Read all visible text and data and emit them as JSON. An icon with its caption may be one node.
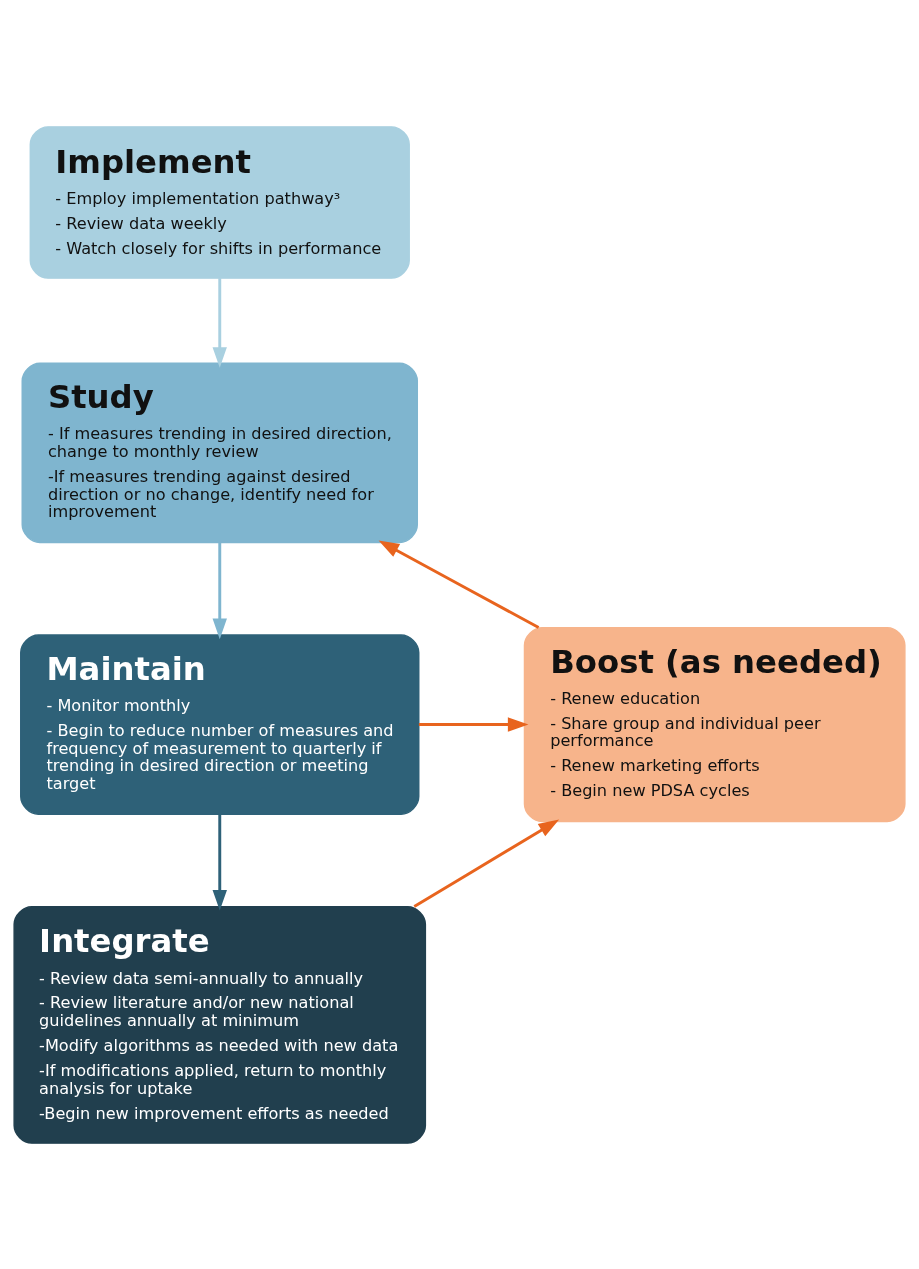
{
  "diagram": {
    "nodes": [
      {
        "text": [
          "Implement",
          "- Employ implementation pathway³",
          "- Review data weekly",
          "- Watch closely for shifts in performance"
        ]
      },
      {
        "text": [
          "Study",
          "- If measures trending in desired direction, change to monthly review",
          "-If measures trending against desired direction or no change, identify need for improvement"
        ]
      },
      {
        "text": [
          "Maintain",
          "- Monitor monthly",
          "- Begin to reduce number of measures and frequency of measurement to quarterly if trending in desired direction or meeting target"
        ]
      },
      {
        "text": [
          "Boost (as needed)",
          "- Renew education",
          "- Share group and individual peer performance",
          "- Renew marketing efforts",
          "- Begin new PDSA cycles"
        ]
      },
      {
        "text": [
          "Integrate",
          "- Review data semi-annually to annually",
          "- Review literature and/or new national guidelines annually at minimum",
          "-Modify algorithms as needed with new data",
          "-If modifications applied, return to monthly analysis for uptake",
          "-Begin new improvement efforts as needed"
        ]
      }
    ],
    "edges": [
      {
        "from": 0,
        "to": 1,
        "arrow": "to",
        "color": "#a9d0e0"
      },
      {
        "from": 1,
        "to": 2,
        "arrow": "to",
        "color": "#7fb5cf"
      },
      {
        "from": 2,
        "to": 3,
        "arrow": "to",
        "color": "#e8641e"
      },
      {
        "from": 2,
        "to": 4,
        "arrow": "to",
        "color": "#2e6178"
      },
      {
        "from": 4,
        "to": 3,
        "arrow": "to",
        "color": "#e8641e"
      },
      {
        "from": 3,
        "to": 1,
        "arrow": "to",
        "color": "#e8641e"
      }
    ]
  }
}
